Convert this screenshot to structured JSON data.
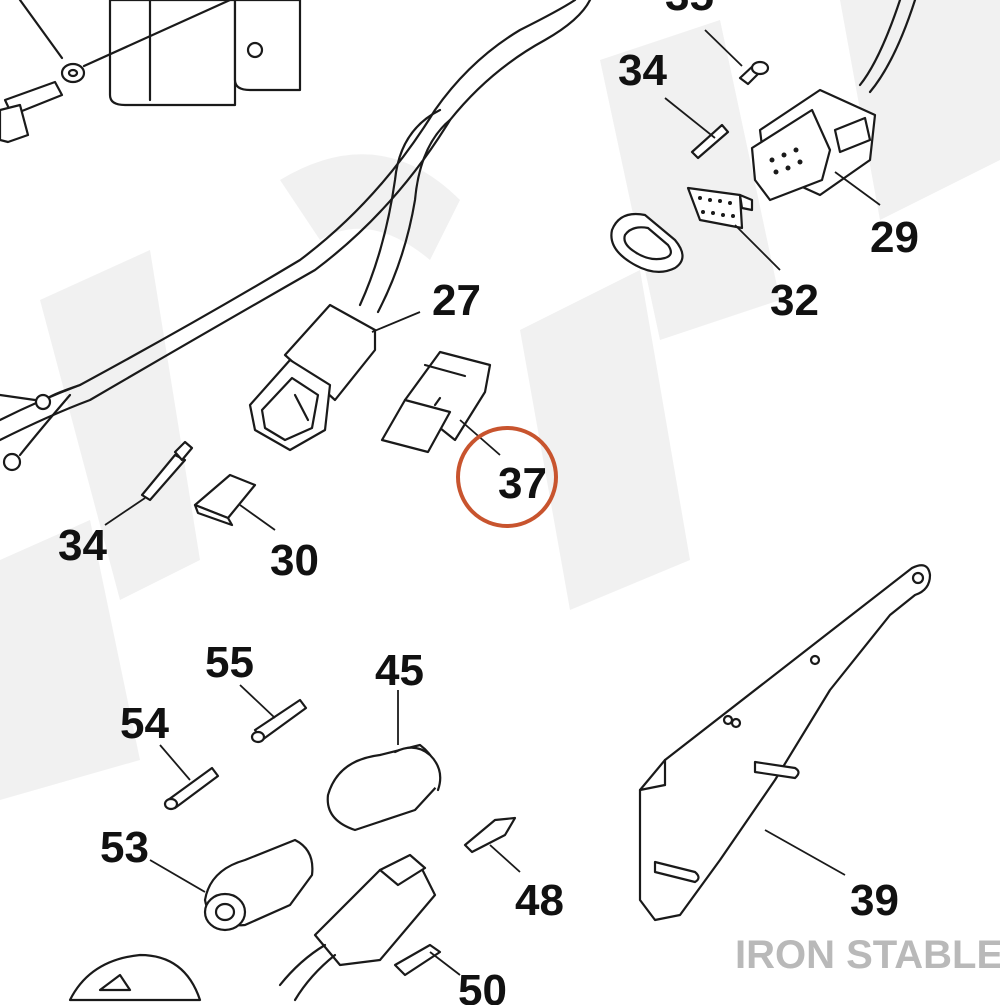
{
  "diagram": {
    "callouts": [
      {
        "id": "c-35",
        "label": "35"
      },
      {
        "id": "c-34-top",
        "label": "34"
      },
      {
        "id": "c-29",
        "label": "29"
      },
      {
        "id": "c-32",
        "label": "32"
      },
      {
        "id": "c-27",
        "label": "27"
      },
      {
        "id": "c-37",
        "label": "37"
      },
      {
        "id": "c-34-left",
        "label": "34"
      },
      {
        "id": "c-30",
        "label": "30"
      },
      {
        "id": "c-55",
        "label": "55"
      },
      {
        "id": "c-45",
        "label": "45"
      },
      {
        "id": "c-54",
        "label": "54"
      },
      {
        "id": "c-53",
        "label": "53"
      },
      {
        "id": "c-48",
        "label": "48"
      },
      {
        "id": "c-39",
        "label": "39"
      },
      {
        "id": "c-50",
        "label": "50"
      }
    ],
    "highlighted": "37",
    "highlight_color": "#c8542e",
    "watermark": "IRON STABLE"
  }
}
